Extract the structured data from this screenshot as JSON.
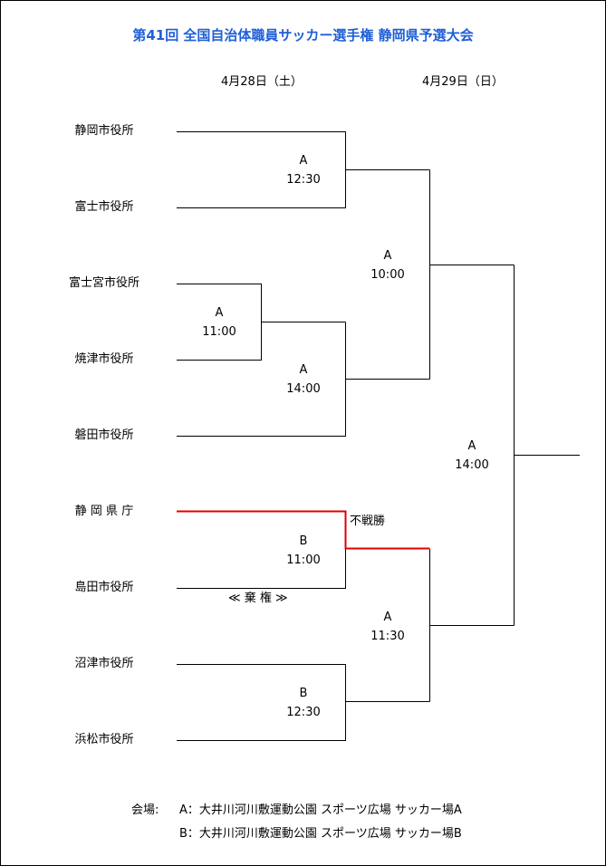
{
  "title": "第41回 全国自治体職員サッカー選手権  静岡県予選大会",
  "dates": {
    "day1": "4月28日（土）",
    "day2": "4月29日（日）"
  },
  "teams": [
    "静岡市役所",
    "富士市役所",
    "富士宮市役所",
    "焼津市役所",
    "磐田市役所",
    "静 岡 県 庁",
    "島田市役所",
    "沼津市役所",
    "浜松市役所"
  ],
  "matches": {
    "m1": {
      "venue": "A",
      "time": "12:30"
    },
    "m2": {
      "venue": "A",
      "time": "11:00"
    },
    "m3": {
      "venue": "A",
      "time": "14:00"
    },
    "m4": {
      "venue": "B",
      "time": "11:00"
    },
    "m5": {
      "venue": "B",
      "time": "12:30"
    },
    "m6": {
      "venue": "A",
      "time": "10:00"
    },
    "m7": {
      "venue": "A",
      "time": "11:30"
    },
    "m8": {
      "venue": "A",
      "time": "14:00"
    }
  },
  "notes": {
    "walkover": "不戦勝",
    "forfeit": "≪ 棄 権 ≫"
  },
  "venues": {
    "label": "会場:",
    "a": "A：大井川河川敷運動公園 スポーツ広場  サッカー場A",
    "b": "B：大井川河川敷運動公園 スポーツ広場  サッカー場B"
  },
  "colors": {
    "title": "#1f5fd6",
    "winner_line": "#e00000"
  }
}
